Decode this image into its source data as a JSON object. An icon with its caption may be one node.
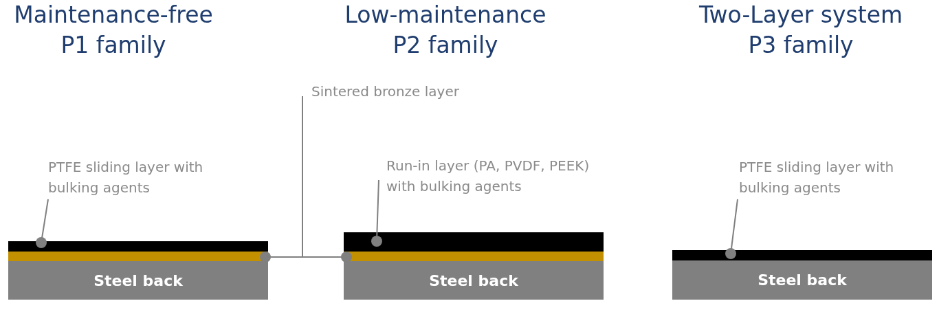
{
  "diagram": {
    "nodes": [
      {
        "text": [
          "PTFE sliding layer with bulking agents"
        ]
      },
      {
        "text": [],
        "shape": "bar"
      },
      {
        "text": [],
        "shape": "bar"
      },
      {
        "text": [
          "Steel back"
        ]
      },
      {
        "text": [
          "Sintered bronze layer"
        ]
      },
      {
        "text": [
          "Run-in layer (PA, PVDF, PEEK) with bulking agents"
        ]
      },
      {
        "text": [],
        "shape": "bar"
      },
      {
        "text": [],
        "shape": "bar"
      },
      {
        "text": [
          "Steel back"
        ]
      },
      {
        "text": [
          "PTFE sliding layer with bulking agents"
        ]
      },
      {
        "text": [],
        "shape": "bar"
      },
      {
        "text": [
          "Steel back"
        ]
      }
    ],
    "edges": [
      {
        "from": 0,
        "to": 1,
        "arrow": "other"
      },
      {
        "from": 4,
        "to": 2,
        "arrow": "other"
      },
      {
        "from": 4,
        "to": 7,
        "arrow": "other"
      },
      {
        "from": 5,
        "to": 6,
        "arrow": "other"
      },
      {
        "from": 9,
        "to": 10,
        "arrow": "other"
      }
    ],
    "labels": [
      "Maintenance-free P1 family",
      "Low-maintenance P2 family",
      "Two-Layer system P3 family"
    ]
  }
}
